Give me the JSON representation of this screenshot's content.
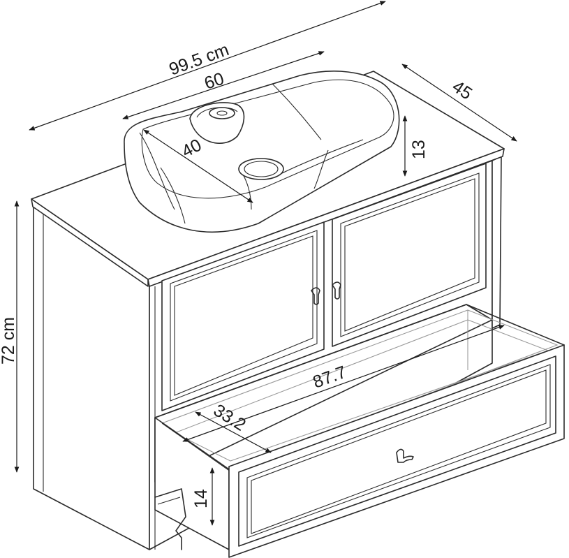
{
  "dimensions": {
    "total_width": "99.5 cm",
    "basin_width": "60",
    "depth": "45",
    "basin_depth": "40",
    "basin_height": "13",
    "height": "72 cm",
    "drawer_inner_width": "87.7",
    "drawer_inner_depth": "33.2",
    "drawer_height": "14"
  },
  "icons": [
    "door-handle-icon",
    "drawer-handle-icon"
  ]
}
